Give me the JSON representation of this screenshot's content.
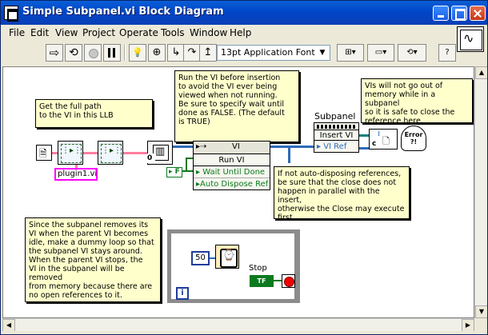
{
  "window": {
    "title": "Simple Subpanel.vi Block Diagram"
  },
  "menu": {
    "items": [
      "File",
      "Edit",
      "View",
      "Project",
      "Operate",
      "Tools",
      "Window",
      "Help"
    ]
  },
  "toolbar": {
    "font_value": "13pt Application Font",
    "icons": [
      "run-icon",
      "run-continuous-icon",
      "abort-icon",
      "pause-icon",
      "highlight-execution-icon",
      "retain-wire-values-icon",
      "step-into-icon",
      "step-over-icon",
      "step-out-icon",
      "align-objects-icon",
      "distribute-objects-icon",
      "reorder-icon",
      "help-icon"
    ]
  },
  "diagram": {
    "notes": {
      "full_path": "Get the full path\nto the VI in this LLB",
      "run_vi": "Run the VI before insertion\nto avoid the VI ever being\nviewed when not running.\nBe sure to specify wait until\ndone as FALSE.  (The default\nis TRUE)",
      "memory": "VIs will not go out of\nmemory while in a subpanel\nso it is safe to close the\nreference here.",
      "dispose": "If not auto-disposing references,\nbe sure that the close does not\nhappen in parallel with the insert,\notherwise the Close may execute\nfirst.",
      "dummy_loop": "Since the subpanel removes its\nVI when the parent VI becomes\nidle, make a dummy loop so that\nthe subpanel VI stays around.\nWhen the parent VI stops, the\nVI in the subpanel will be removed\nfrom memory because there are\nno open references to it."
    },
    "plugin_constant": "plugin1.vi",
    "zero_constant": "0",
    "false_constant": "F",
    "run_vi_node": {
      "class": "VI",
      "method": "Run VI",
      "params": [
        "Wait Until Done",
        "Auto Dispose Ref"
      ]
    },
    "subpanel_node": {
      "label": "Subpanel",
      "method": "Insert VI",
      "param": "VI Ref"
    },
    "close_ref_label": "c",
    "error_label": "Error\n?!",
    "loop": {
      "wait_ms": "50",
      "iteration_label": "i",
      "stop_label": "Stop",
      "stop_button_text": "TF"
    }
  },
  "colors": {
    "path_wire": "#ff7ea0",
    "ref_wire": "#2f6ab8",
    "bool_wire": "#0b7a1e",
    "note_bg": "#ffffcc",
    "title_bar": "#0046c8"
  }
}
